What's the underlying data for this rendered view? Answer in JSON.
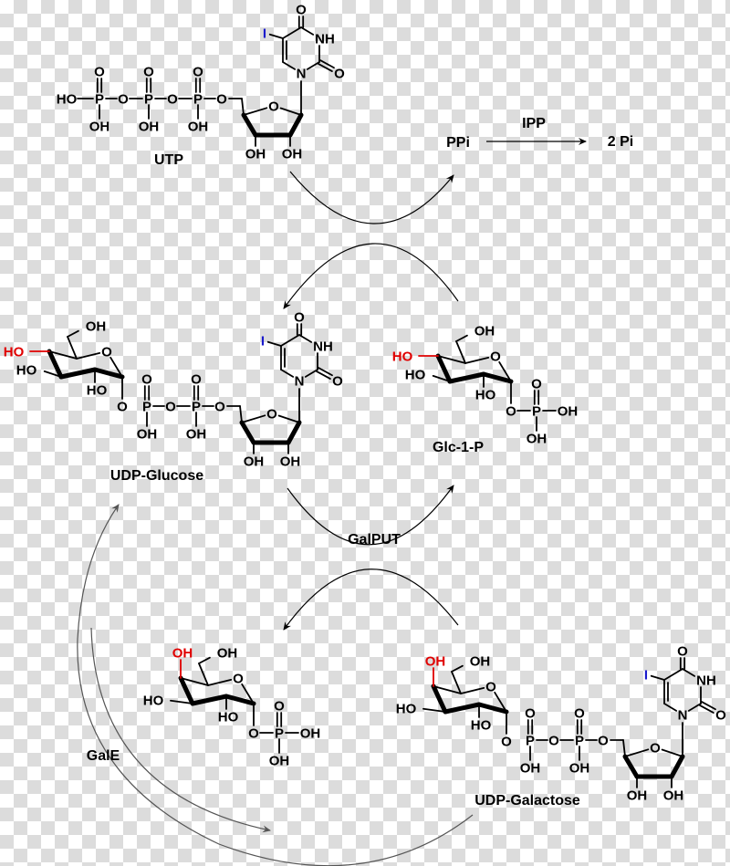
{
  "labels": {
    "utp": "UTP",
    "ppi": "PPi",
    "ipp": "IPP",
    "two_pi": "2 Pi",
    "udp_glucose": "UDP-Glucose",
    "glc1p": "Glc-1-P",
    "galput": "GalPUT",
    "gale": "GalE",
    "udp_galactose": "UDP-Galactose"
  },
  "atoms": {
    "HO": "HO",
    "OH": "OH",
    "O": "O",
    "P": "P",
    "N": "N",
    "NH": "NH",
    "I": "I"
  },
  "colors": {
    "bond": "#000000",
    "highlight": "#e00000",
    "iodine": "#1a1acc",
    "cycle_arrow": "#000000",
    "epimerase_arrow": "#555555"
  }
}
